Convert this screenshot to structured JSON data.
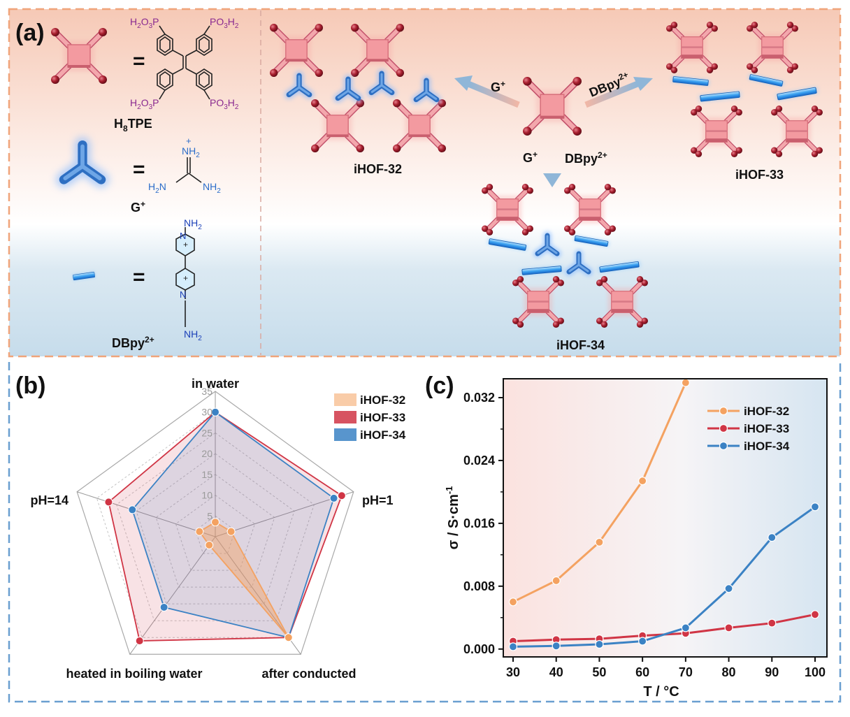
{
  "panel_a": {
    "label": "(a)",
    "legend": {
      "tpe_eq": "=",
      "tpe_name_base": "H",
      "tpe_name_sub": "8",
      "tpe_name_end": "TPE",
      "g_eq": "=",
      "g_name": "G",
      "g_sup": "+",
      "dbpy_eq": "=",
      "dbpy_name": "DBpy",
      "dbpy_sup": "2+",
      "tpe_groups": [
        {
          "pre": "H",
          "s1": "2",
          "mid": "O",
          "s2": "3",
          "end": "P"
        },
        {
          "pre": "PO",
          "s1": "3",
          "mid": "H",
          "s2": "2",
          "end": ""
        },
        {
          "pre": "H",
          "s1": "2",
          "mid": "O",
          "s2": "3",
          "end": "P"
        },
        {
          "pre": "PO",
          "s1": "3",
          "mid": "H",
          "s2": "2",
          "end": ""
        }
      ],
      "guanidinium": {
        "top": "NH",
        "top_sub": "2",
        "plus": "+",
        "left": "H",
        "left_sub": "2",
        "left_end": "N",
        "right": "NH",
        "right_sub": "2"
      },
      "dbpy_groups": {
        "top": "NH",
        "top_sub": "2",
        "bottom": "NH",
        "bottom_sub": "2",
        "n": "N",
        "plus": "+"
      }
    },
    "arrows": {
      "left": {
        "label": "G",
        "sup": "+"
      },
      "right": {
        "label": "DBpy",
        "sup": "2+"
      },
      "down_left": {
        "label": "G",
        "sup": "+"
      },
      "down_right": {
        "label": "DBpy",
        "sup": "2+"
      }
    },
    "frameworks": [
      "iHOF-32",
      "iHOF-33",
      "iHOF-34"
    ]
  },
  "panel_b": {
    "label": "(b)",
    "chart_data": {
      "type": "radar",
      "axes": [
        "in water",
        "pH=1",
        "after conducted",
        "heated in boiling water",
        "pH=14"
      ],
      "rmax": 35,
      "ticks": [
        5,
        10,
        15,
        20,
        25,
        30,
        35
      ],
      "series": [
        {
          "name": "iHOF-32",
          "color": "#f4a261",
          "values": [
            3.5,
            4,
            30,
            2.5,
            4
          ]
        },
        {
          "name": "iHOF-33",
          "color": "#d03545",
          "values": [
            30,
            32,
            30,
            31,
            27
          ]
        },
        {
          "name": "iHOF-34",
          "color": "#3b82c4",
          "values": [
            30,
            30,
            30,
            21,
            21
          ]
        }
      ]
    }
  },
  "panel_c": {
    "label": "(c)",
    "chart_data": {
      "type": "line",
      "xlabel": "T / °C",
      "ylabel_main": "σ / S·cm",
      "ylabel_sup": "-1",
      "xlim": [
        30,
        100
      ],
      "ylim": [
        -0.001,
        0.0344
      ],
      "xticks": [
        30,
        40,
        50,
        60,
        70,
        80,
        90,
        100
      ],
      "yticks": [
        0.0,
        0.008,
        0.016,
        0.024,
        0.032
      ],
      "ytick_labels": [
        "0.000",
        "0.008",
        "0.016",
        "0.024",
        "0.032"
      ],
      "series": [
        {
          "name": "iHOF-32",
          "color": "#f4a261",
          "x": [
            30,
            40,
            50,
            60,
            70
          ],
          "y": [
            0.006,
            0.0087,
            0.0136,
            0.0214,
            0.0339
          ]
        },
        {
          "name": "iHOF-33",
          "color": "#d03545",
          "x": [
            30,
            40,
            50,
            60,
            70,
            80,
            90,
            100
          ],
          "y": [
            0.001,
            0.0012,
            0.0013,
            0.0017,
            0.002,
            0.0027,
            0.0033,
            0.0044
          ]
        },
        {
          "name": "iHOF-34",
          "color": "#3b82c4",
          "x": [
            30,
            40,
            50,
            60,
            70,
            80,
            90,
            100
          ],
          "y": [
            0.0003,
            0.0004,
            0.0006,
            0.001,
            0.0027,
            0.0077,
            0.0142,
            0.0181
          ]
        }
      ]
    }
  }
}
